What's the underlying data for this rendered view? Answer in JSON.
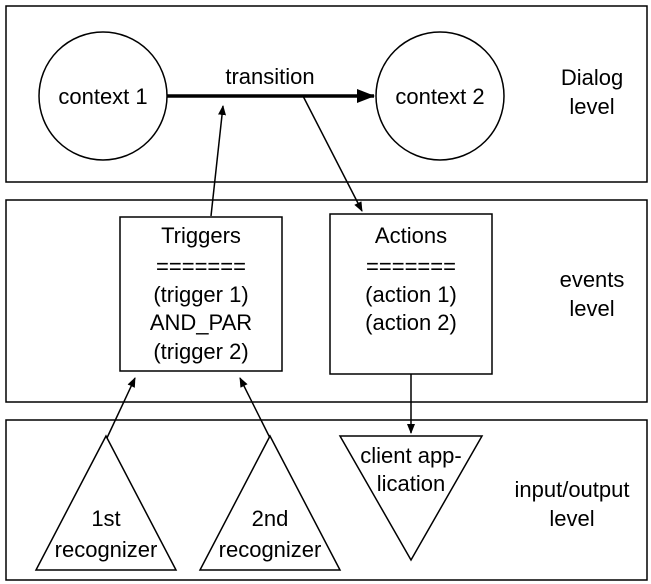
{
  "diagram": {
    "levels": [
      {
        "id": "dialog",
        "label_lines": [
          "Dialog",
          "level"
        ]
      },
      {
        "id": "events",
        "label_lines": [
          "events",
          "level"
        ]
      },
      {
        "id": "io",
        "label_lines": [
          "input/output",
          "level"
        ]
      }
    ],
    "contexts": [
      "context 1",
      "context 2"
    ],
    "transition": "transition",
    "triggers": {
      "lines": [
        "Triggers",
        "=======",
        "(trigger 1)",
        "AND_PAR",
        "(trigger 2)"
      ]
    },
    "actions": {
      "lines": [
        "Actions",
        "=======",
        "(action 1)",
        "(action 2)"
      ]
    },
    "recognizers": [
      {
        "lines": [
          "1st",
          "recognizer"
        ]
      },
      {
        "lines": [
          "2nd",
          "recognizer"
        ]
      }
    ],
    "client": {
      "lines": [
        "client app-",
        "lication"
      ]
    }
  },
  "colors": {
    "stroke": "#000000",
    "fill": "#ffffff"
  }
}
